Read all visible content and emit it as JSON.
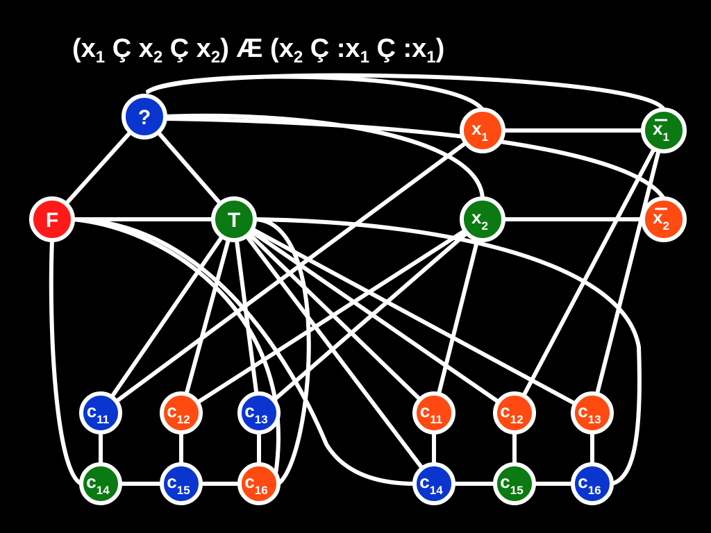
{
  "formula": [
    {
      "t": "(x"
    },
    {
      "s": "1"
    },
    {
      "t": " Ç x"
    },
    {
      "s": "2"
    },
    {
      "t": " Ç x"
    },
    {
      "s": "2"
    },
    {
      "t": ") Æ (x"
    },
    {
      "s": "2"
    },
    {
      "t": " Ç :x"
    },
    {
      "s": "1"
    },
    {
      "t": " Ç :x"
    },
    {
      "s": "1"
    },
    {
      "t": ")"
    }
  ],
  "colors": {
    "blue": "#0a36cf",
    "red": "#ff1a1a",
    "orange": "#ff4a12",
    "green": "#0b7a12",
    "edge": "#ffffff",
    "background": "#000000"
  },
  "nodes": [
    {
      "id": "q",
      "label": "?",
      "sub": "",
      "bar": false,
      "color": "blue"
    },
    {
      "id": "F",
      "label": "F",
      "sub": "",
      "bar": false,
      "color": "red"
    },
    {
      "id": "T",
      "label": "T",
      "sub": "",
      "bar": false,
      "color": "green"
    },
    {
      "id": "x1",
      "label": "x",
      "sub": "1",
      "bar": false,
      "color": "orange"
    },
    {
      "id": "nx1",
      "label": "x",
      "sub": "1",
      "bar": true,
      "color": "green"
    },
    {
      "id": "x2",
      "label": "x",
      "sub": "2",
      "bar": false,
      "color": "green"
    },
    {
      "id": "nx2",
      "label": "x",
      "sub": "2",
      "bar": true,
      "color": "orange"
    },
    {
      "id": "L11",
      "label": "c",
      "sub": "11",
      "bar": false,
      "color": "blue"
    },
    {
      "id": "L12",
      "label": "c",
      "sub": "12",
      "bar": false,
      "color": "orange"
    },
    {
      "id": "L13",
      "label": "c",
      "sub": "13",
      "bar": false,
      "color": "blue"
    },
    {
      "id": "L14",
      "label": "c",
      "sub": "14",
      "bar": false,
      "color": "green"
    },
    {
      "id": "L15",
      "label": "c",
      "sub": "15",
      "bar": false,
      "color": "blue"
    },
    {
      "id": "L16",
      "label": "c",
      "sub": "16",
      "bar": false,
      "color": "orange"
    },
    {
      "id": "R11",
      "label": "c",
      "sub": "11",
      "bar": false,
      "color": "orange"
    },
    {
      "id": "R12",
      "label": "c",
      "sub": "12",
      "bar": false,
      "color": "orange"
    },
    {
      "id": "R13",
      "label": "c",
      "sub": "13",
      "bar": false,
      "color": "orange"
    },
    {
      "id": "R14",
      "label": "c",
      "sub": "14",
      "bar": false,
      "color": "blue"
    },
    {
      "id": "R15",
      "label": "c",
      "sub": "15",
      "bar": false,
      "color": "green"
    },
    {
      "id": "R16",
      "label": "c",
      "sub": "16",
      "bar": false,
      "color": "blue"
    }
  ],
  "edges": [
    [
      "q",
      "F"
    ],
    [
      "q",
      "T"
    ],
    [
      "F",
      "T"
    ],
    [
      "q",
      "x1"
    ],
    [
      "q",
      "nx1"
    ],
    [
      "q",
      "x2"
    ],
    [
      "q",
      "nx2"
    ],
    [
      "x1",
      "nx1"
    ],
    [
      "x2",
      "nx2"
    ],
    [
      "L11",
      "L14"
    ],
    [
      "L12",
      "L15"
    ],
    [
      "L13",
      "L16"
    ],
    [
      "L14",
      "L15"
    ],
    [
      "L15",
      "L16"
    ],
    [
      "R11",
      "R14"
    ],
    [
      "R12",
      "R15"
    ],
    [
      "R13",
      "R16"
    ],
    [
      "R14",
      "R15"
    ],
    [
      "R15",
      "R16"
    ],
    [
      "T",
      "L11"
    ],
    [
      "T",
      "L12"
    ],
    [
      "T",
      "L13"
    ],
    [
      "T",
      "L16"
    ],
    [
      "T",
      "R11"
    ],
    [
      "T",
      "R12"
    ],
    [
      "T",
      "R13"
    ],
    [
      "T",
      "R14"
    ],
    [
      "T",
      "R16"
    ],
    [
      "F",
      "L14"
    ],
    [
      "F",
      "L16"
    ],
    [
      "F",
      "R14"
    ],
    [
      "x1",
      "L11"
    ],
    [
      "x2",
      "L12"
    ],
    [
      "x2",
      "L13"
    ],
    [
      "x2",
      "R11"
    ],
    [
      "nx1",
      "R12"
    ],
    [
      "nx1",
      "R13"
    ]
  ]
}
